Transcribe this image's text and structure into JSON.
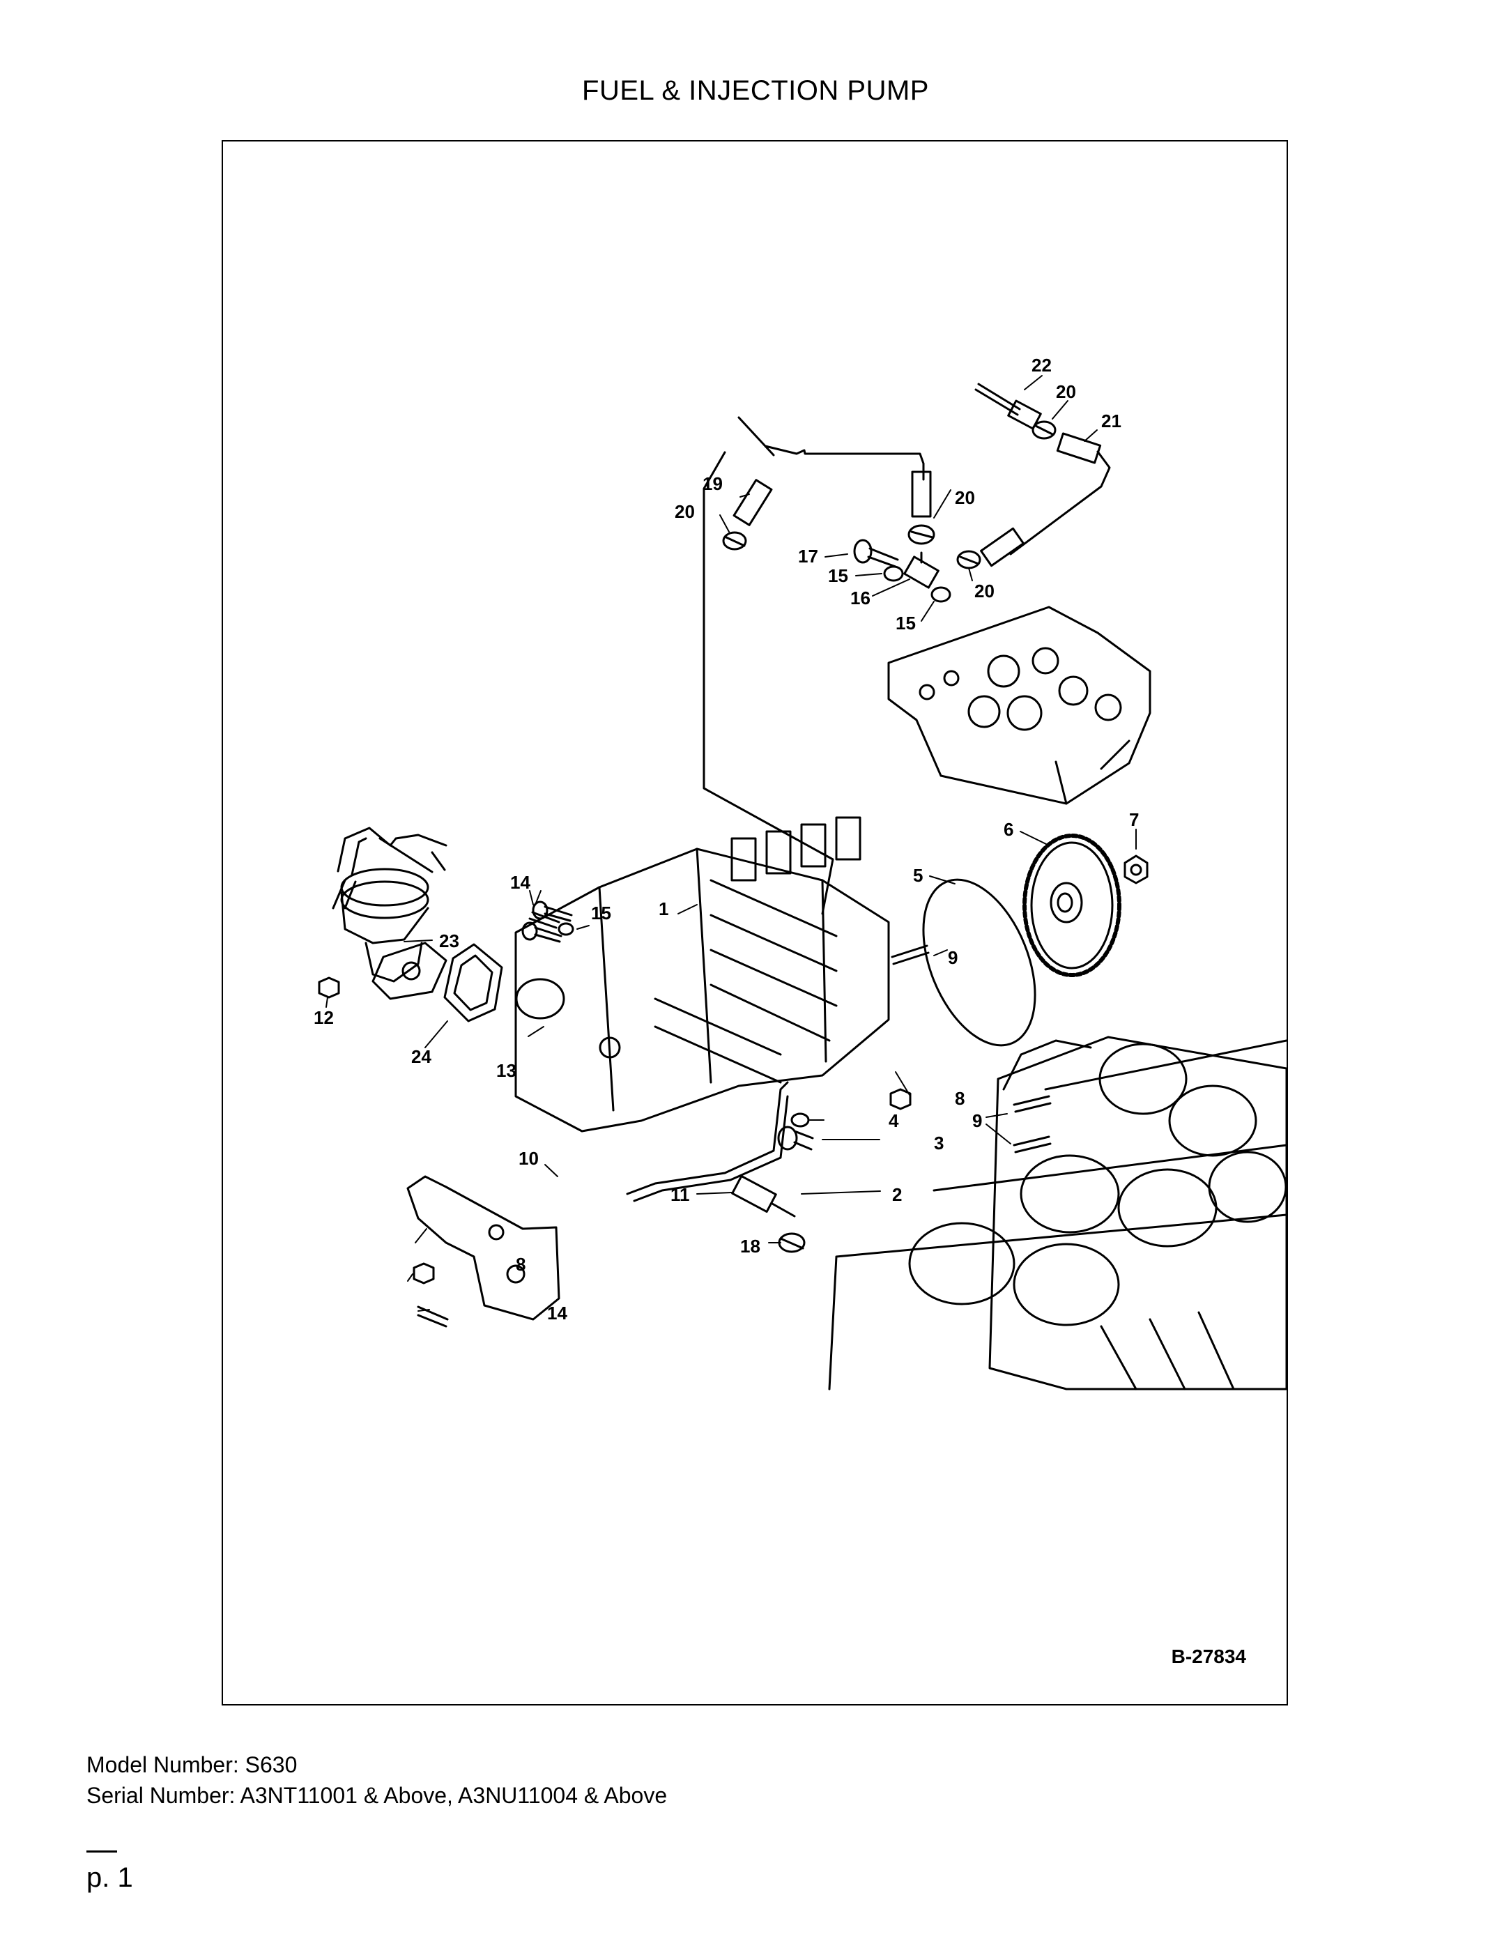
{
  "page": {
    "title": "FUEL & INJECTION PUMP"
  },
  "figure": {
    "id": "B-27834",
    "callouts": [
      "1",
      "2",
      "3",
      "4",
      "5",
      "6",
      "7",
      "8",
      "9",
      "10",
      "11",
      "12",
      "13",
      "14",
      "15",
      "16",
      "17",
      "18",
      "19",
      "20",
      "21",
      "22",
      "23",
      "24"
    ]
  },
  "footer": {
    "model": "Model Number: S630",
    "serial": "Serial Number: A3NT11001 & Above, A3NU11004 & Above"
  },
  "page_number": "p. 1"
}
